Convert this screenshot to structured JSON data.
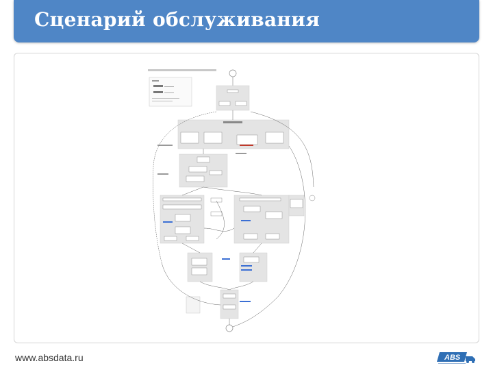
{
  "slide": {
    "title": "Сценарий обслуживания",
    "footer_url": "www.absdata.ru",
    "logo_text": "ABS"
  },
  "colors": {
    "title_bar": "#4f86c6",
    "title_text": "#ffffff",
    "frame_border": "#d4d4d4",
    "logo_blue": "#2f6fb5"
  },
  "diagram": {
    "description_icon": "service-flowchart-thumbnail"
  }
}
